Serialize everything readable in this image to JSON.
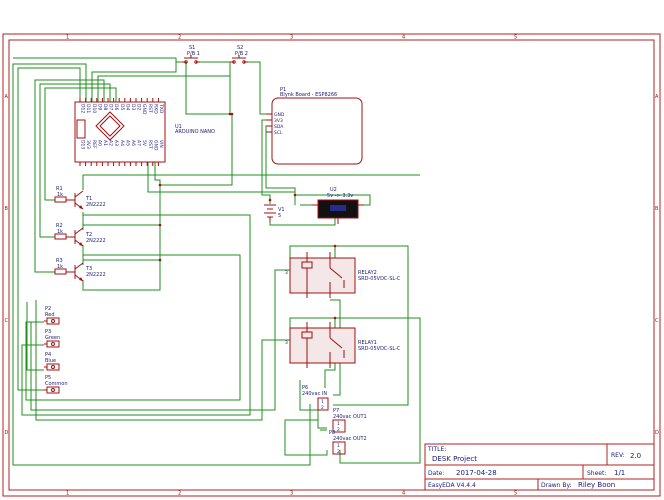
{
  "grid": {
    "columns": [
      "1",
      "2",
      "3",
      "4",
      "5"
    ],
    "rows": [
      "A",
      "B",
      "C",
      "D"
    ]
  },
  "components": {
    "s1": {
      "ref": "S1",
      "value": "P/B 1"
    },
    "s2": {
      "ref": "S2",
      "value": "P/B 2"
    },
    "p1": {
      "ref": "P1",
      "value": "Blynk Board - ESP8266",
      "pins": [
        "GND",
        "3V3",
        "SDA",
        "SCL"
      ]
    },
    "u1": {
      "ref": "U1",
      "value": "ARDUINO NANO",
      "top_pins": [
        "D12",
        "D11",
        "D10",
        "D9",
        "D8",
        "D7",
        "D6",
        "D5",
        "D4",
        "D3",
        "D2",
        "GND",
        "RST",
        "RXD",
        "TXD"
      ],
      "bottom_pins": [
        "D13",
        "3V3",
        "REF",
        "A0",
        "A1",
        "A2",
        "A3",
        "A4",
        "A5",
        "A6",
        "A7",
        "5V",
        "RST",
        "GND",
        "VIN"
      ]
    },
    "u2": {
      "ref": "U2",
      "value": "5v -> 3.3v"
    },
    "v1": {
      "ref": "V1",
      "value": "5"
    },
    "r1": {
      "ref": "R1",
      "value": "1k"
    },
    "r2": {
      "ref": "R2",
      "value": "1k"
    },
    "r3": {
      "ref": "R3",
      "value": "1k"
    },
    "t1": {
      "ref": "T1",
      "value": "2N2222"
    },
    "t2": {
      "ref": "T2",
      "value": "2N2222"
    },
    "t3": {
      "ref": "T3",
      "value": "2N2222"
    },
    "relay2": {
      "ref": "RELAY2",
      "value": "SRD-05VDC-SL-C"
    },
    "relay1": {
      "ref": "RELAY1",
      "value": "SRD-05VDC-SL-C"
    },
    "p2": {
      "ref": "P2",
      "value": "Red"
    },
    "p3": {
      "ref": "P3",
      "value": "Green"
    },
    "p4": {
      "ref": "P4",
      "value": "Blue"
    },
    "p5": {
      "ref": "P5",
      "value": "Common"
    },
    "p6": {
      "ref": "P6",
      "value": "240vac IN"
    },
    "p7": {
      "ref": "P7",
      "value": "240vac OUT1"
    },
    "p8": {
      "ref": "P8",
      "value": "240vac OUT2"
    }
  },
  "title_block": {
    "title_label": "TITLE:",
    "title": "DESK Project",
    "rev_label": "REV:",
    "rev": "2.0",
    "date_label": "Date:",
    "date": "2017-04-28",
    "sheet_label": "Sheet:",
    "sheet": "1/1",
    "software": "EasyEDA V4.4.4",
    "drawn_by_label": "Drawn By:",
    "drawn_by": "Riley Boon"
  }
}
